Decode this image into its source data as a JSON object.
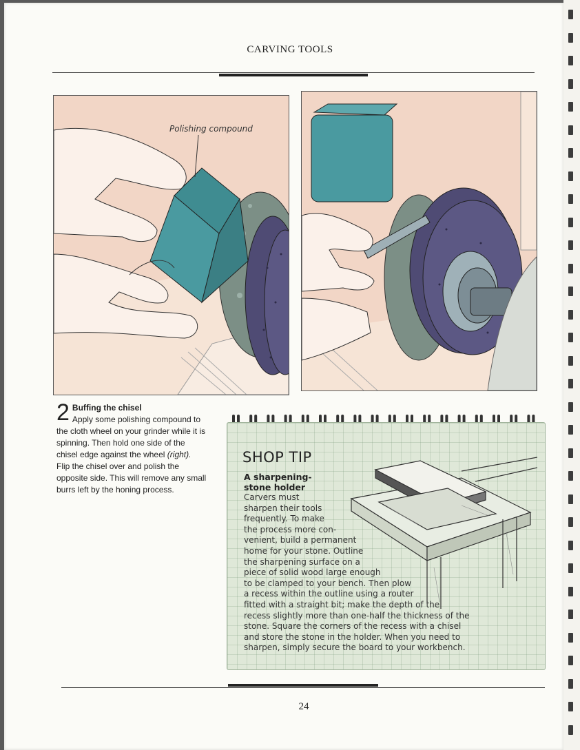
{
  "header": {
    "running_title": "CARVING TOOLS"
  },
  "illustrations": {
    "left": {
      "callout": "Polishing compound"
    },
    "right": {}
  },
  "step": {
    "number": "2",
    "title": "Buffing the chisel",
    "body_1": "Apply some polishing compound to the cloth wheel on your grinder while it is spinning. Then hold one side of the chisel edge against the wheel ",
    "body_emph": "(right).",
    "body_2": " Flip the chisel over and polish the opposite side. This will remove any small burrs left by the honing process."
  },
  "shop_tip": {
    "label": "SHOP TIP",
    "subtitle_1": "A sharpening-",
    "subtitle_2": "stone holder",
    "lines": [
      "Carvers must",
      "sharpen their tools",
      "frequently. To make",
      "the process more con-",
      "venient, build a permanent",
      "home for your stone. Outline",
      "the sharpening surface on a",
      "piece of solid wood large enough",
      "to be clamped to your bench. Then plow",
      "a recess within the outline using a router",
      "fitted with a straight bit; make the depth of the",
      "recess slightly more than one-half the thickness of the",
      "stone. Square the corners of the recess with a chisel",
      "and store the stone in the holder. When you need to",
      "sharpen, simply secure the board to your workbench."
    ]
  },
  "footer": {
    "page_number": "24"
  },
  "colors": {
    "page": "#fbfbf7",
    "background_peach": "#f2d6c6",
    "compound_teal": "#4a9aa0",
    "wheel_purple": "#4f4b74",
    "tip_green": "#dfe8d8"
  }
}
